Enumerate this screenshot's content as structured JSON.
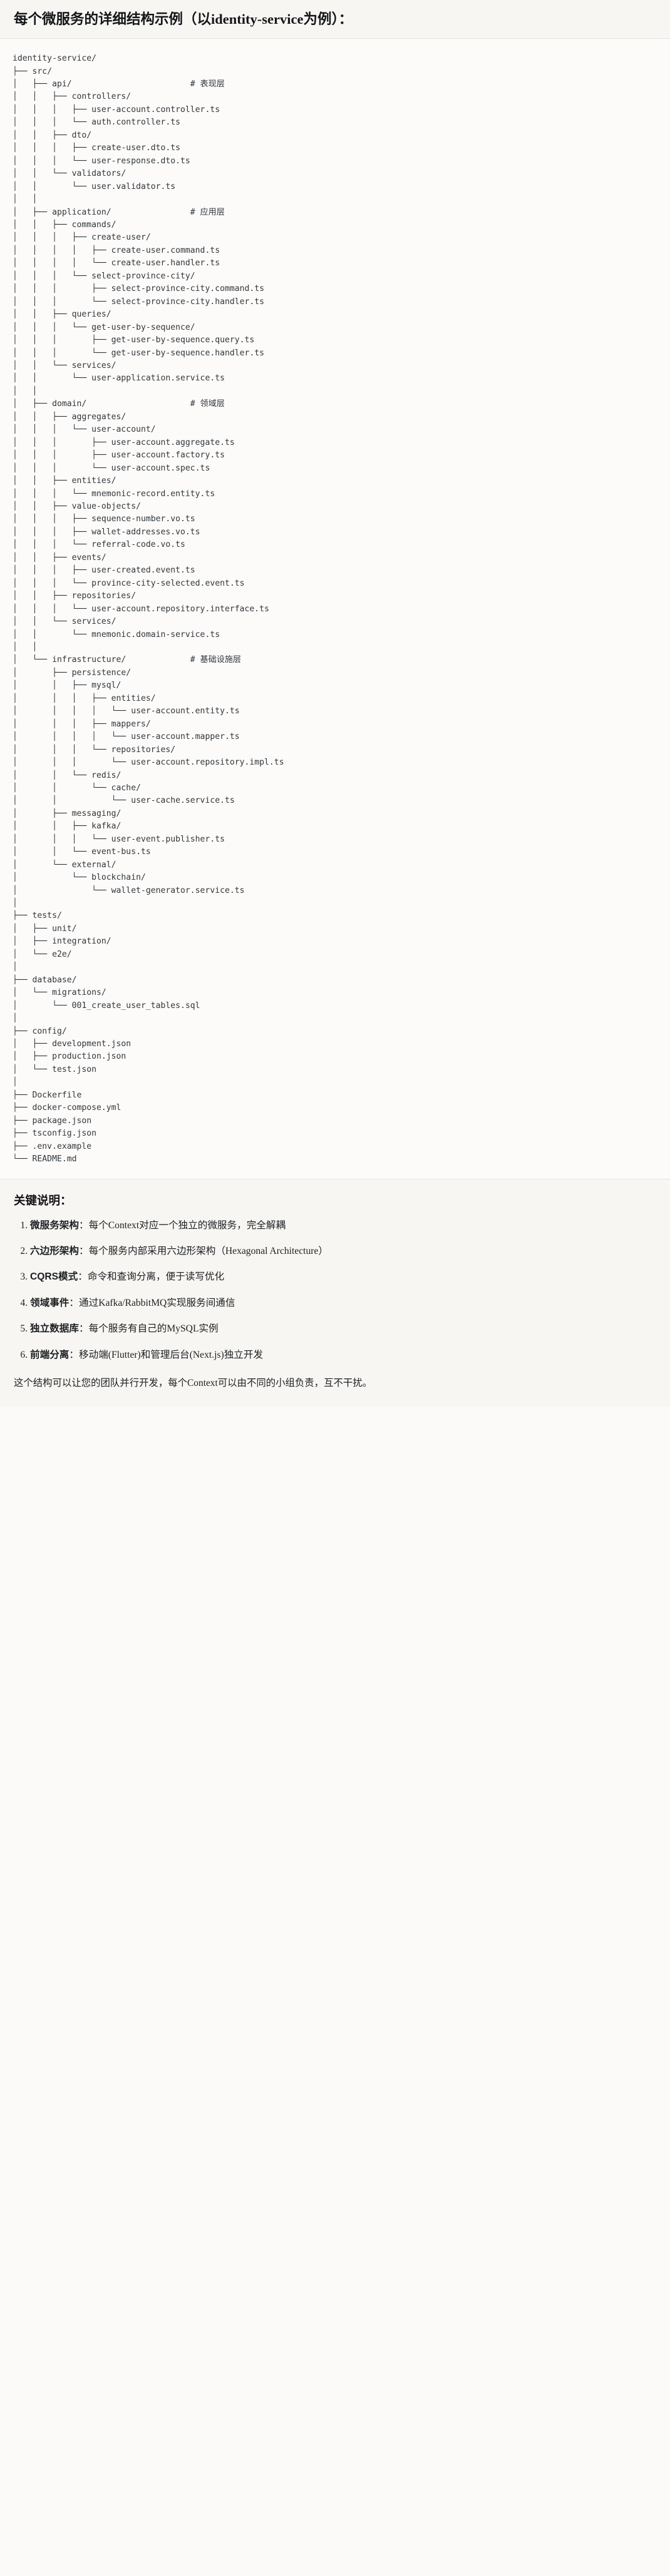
{
  "header": {
    "title_main": "每个微服务的详细结构示例",
    "title_rest": "（以identity-service为例）："
  },
  "tree": {
    "root": "identity-service/",
    "text": "identity-service/\n├── src/\n│   ├── api/                        # 表现层\n│   │   ├── controllers/\n│   │   │   ├── user-account.controller.ts\n│   │   │   └── auth.controller.ts\n│   │   ├── dto/\n│   │   │   ├── create-user.dto.ts\n│   │   │   └── user-response.dto.ts\n│   │   └── validators/\n│   │       └── user.validator.ts\n│   │\n│   ├── application/                # 应用层\n│   │   ├── commands/\n│   │   │   ├── create-user/\n│   │   │   │   ├── create-user.command.ts\n│   │   │   │   └── create-user.handler.ts\n│   │   │   └── select-province-city/\n│   │   │       ├── select-province-city.command.ts\n│   │   │       └── select-province-city.handler.ts\n│   │   ├── queries/\n│   │   │   └── get-user-by-sequence/\n│   │   │       ├── get-user-by-sequence.query.ts\n│   │   │       └── get-user-by-sequence.handler.ts\n│   │   └── services/\n│   │       └── user-application.service.ts\n│   │\n│   ├── domain/                     # 领域层\n│   │   ├── aggregates/\n│   │   │   └── user-account/\n│   │   │       ├── user-account.aggregate.ts\n│   │   │       ├── user-account.factory.ts\n│   │   │       └── user-account.spec.ts\n│   │   ├── entities/\n│   │   │   └── mnemonic-record.entity.ts\n│   │   ├── value-objects/\n│   │   │   ├── sequence-number.vo.ts\n│   │   │   ├── wallet-addresses.vo.ts\n│   │   │   └── referral-code.vo.ts\n│   │   ├── events/\n│   │   │   ├── user-created.event.ts\n│   │   │   └── province-city-selected.event.ts\n│   │   ├── repositories/\n│   │   │   └── user-account.repository.interface.ts\n│   │   └── services/\n│   │       └── mnemonic.domain-service.ts\n│   │\n│   └── infrastructure/             # 基础设施层\n│       ├── persistence/\n│       │   ├── mysql/\n│       │   │   ├── entities/\n│       │   │   │   └── user-account.entity.ts\n│       │   │   ├── mappers/\n│       │   │   │   └── user-account.mapper.ts\n│       │   │   └── repositories/\n│       │   │       └── user-account.repository.impl.ts\n│       │   └── redis/\n│       │       └── cache/\n│       │           └── user-cache.service.ts\n│       ├── messaging/\n│       │   ├── kafka/\n│       │   │   └── user-event.publisher.ts\n│       │   └── event-bus.ts\n│       └── external/\n│           └── blockchain/\n│               └── wallet-generator.service.ts\n│\n├── tests/\n│   ├── unit/\n│   ├── integration/\n│   └── e2e/\n│\n├── database/\n│   └── migrations/\n│       └── 001_create_user_tables.sql\n│\n├── config/\n│   ├── development.json\n│   ├── production.json\n│   └── test.json\n│\n├── Dockerfile\n├── docker-compose.yml\n├── package.json\n├── tsconfig.json\n├── .env.example\n└── README.md",
    "layer_comments": [
      "# 表现层",
      "# 应用层",
      "# 领域层",
      "# 基础设施层"
    ]
  },
  "keys": {
    "title": "关键说明：",
    "items": [
      {
        "term": "微服务架构",
        "sep": "：",
        "desc": "每个Context对应一个独立的微服务，完全解耦"
      },
      {
        "term": "六边形架构",
        "sep": "：",
        "desc": "每个服务内部采用六边形架构（Hexagonal Architecture）"
      },
      {
        "term": "CQRS模式",
        "sep": "：",
        "desc": "命令和查询分离，便于读写优化"
      },
      {
        "term": "领域事件",
        "sep": "：",
        "desc": "通过Kafka/RabbitMQ实现服务间通信"
      },
      {
        "term": "独立数据库",
        "sep": "：",
        "desc": "每个服务有自己的MySQL实例"
      },
      {
        "term": "前端分离",
        "sep": "：",
        "desc": "移动端(Flutter)和管理后台(Next.js)独立开发"
      }
    ],
    "closing": "这个结构可以让您的团队并行开发，每个Context可以由不同的小组负责，互不干扰。"
  }
}
